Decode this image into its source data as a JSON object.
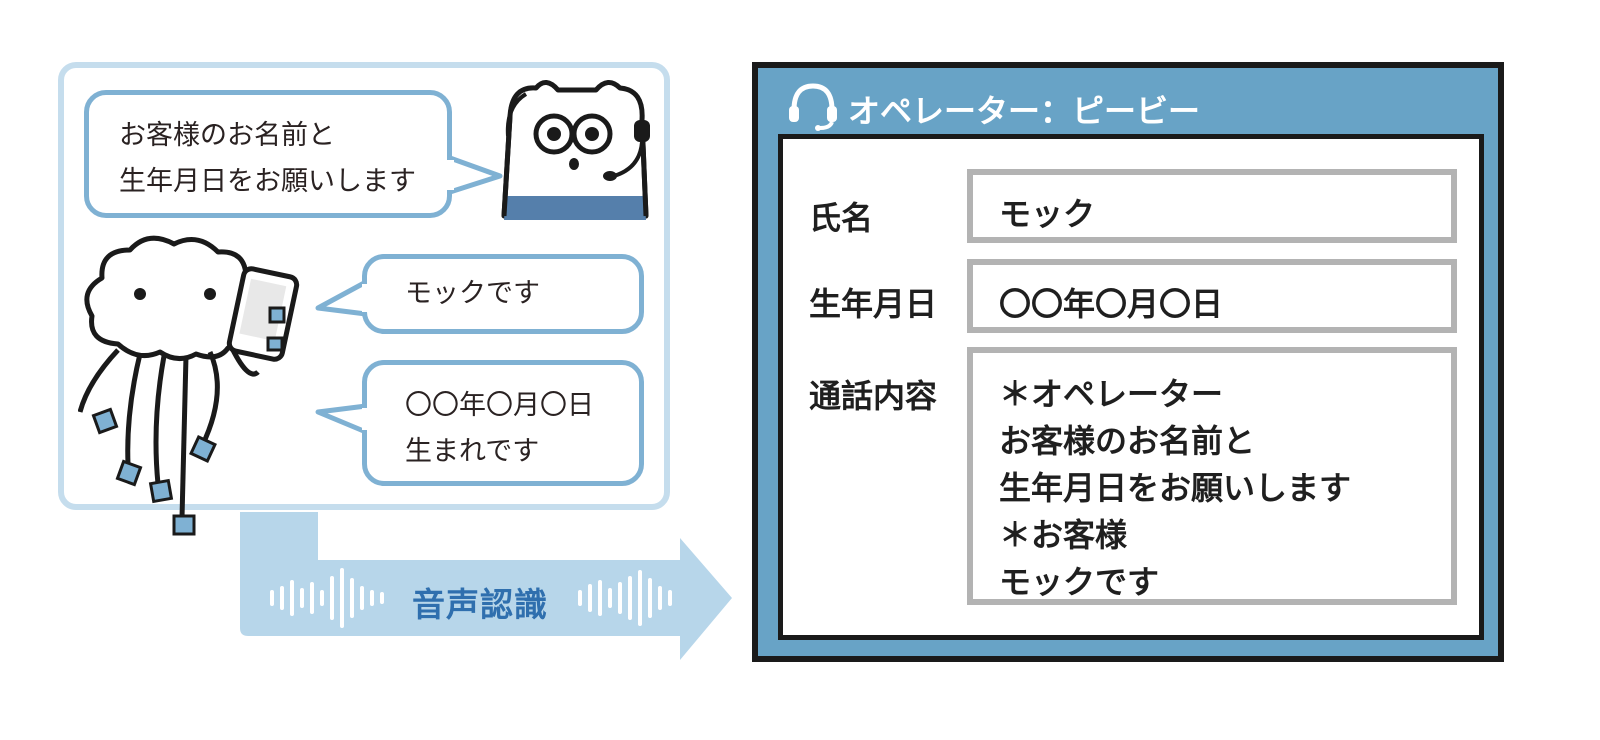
{
  "conversation": {
    "operator_message": "お客様のお名前と\n生年月日をお願いします",
    "customer_message_1": "モックです",
    "customer_message_2": "〇〇年〇月〇日\n生まれです"
  },
  "arrow": {
    "label": "音声認識"
  },
  "operator_window": {
    "title": "オペレーター：ピービー",
    "fields": {
      "name_label": "氏名",
      "name_value": "モック",
      "birthdate_label": "生年月日",
      "birthdate_value": "〇〇年〇月〇日",
      "call_content_label": "通話内容",
      "call_content_value": "＊オペレーター\nお客様のお名前と\n生年月日をお願いします\n＊お客様\nモックです"
    }
  },
  "colors": {
    "accent_blue": "#68a3c6",
    "bubble_border": "#7fb1d3",
    "panel_border": "#c5dded",
    "arrow_fill": "#b7d6ea",
    "label_blue": "#2f6fae",
    "field_border": "#b3b3b3"
  },
  "icons": [
    "headset-icon",
    "sound-wave-icon",
    "bear-operator-character",
    "cloud-customer-character",
    "smartphone-icon"
  ]
}
